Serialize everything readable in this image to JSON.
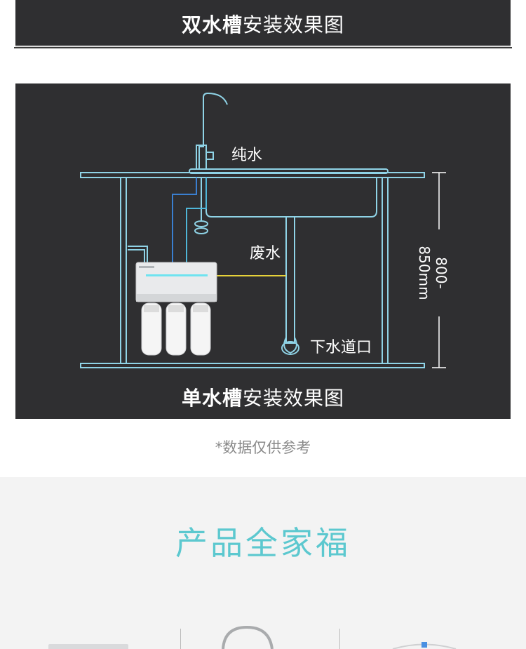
{
  "top_section": {
    "title_bold": "双水槽",
    "title_light": "安装效果图"
  },
  "diagram": {
    "pure_water_label": "纯水",
    "waste_water_label": "废水",
    "drain_label": "下水道口",
    "height_label": "800-850mm"
  },
  "main_section": {
    "title_bold": "单水槽",
    "title_light": "安装效果图"
  },
  "note": "*数据仅供参考",
  "family": {
    "title": "产品全家福"
  },
  "colors": {
    "panel_bg": "#2f2f31",
    "line_cyan": "#8fd3e6",
    "pipe_blue": "#3a7fd0",
    "pipe_yellow": "#e6d23a",
    "accent_teal": "#5cc8cf"
  }
}
